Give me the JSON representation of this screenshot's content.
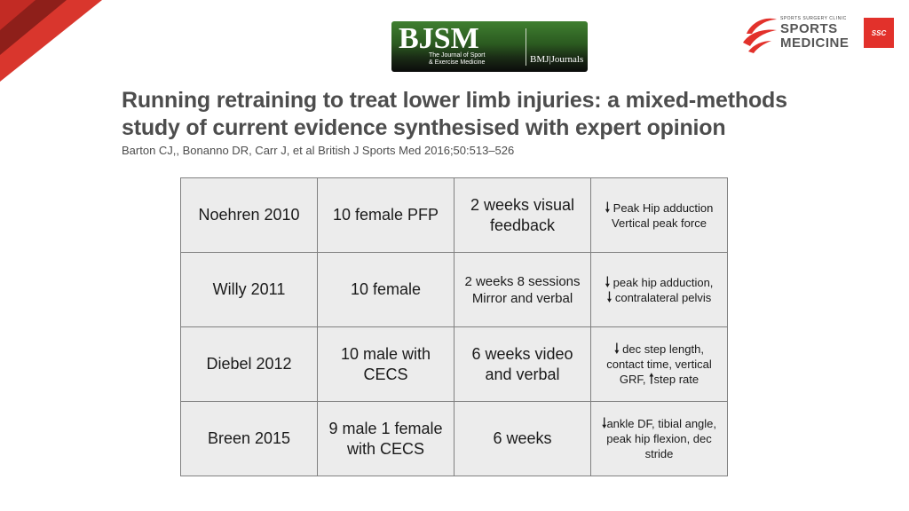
{
  "header": {
    "bjsm_logo": {
      "main": "BJSM",
      "subtitle_line1": "The Journal of Sport",
      "subtitle_line2": "& Exercise Medicine",
      "publisher": "BMJ|Journals"
    },
    "ssc_logo": {
      "small": "SPORTS SURGERY CLINIC",
      "line1": "SPORTS",
      "line2": "MEDICINE",
      "badge": "SSC"
    },
    "accent_color": "#e2312b",
    "corner_color": "#d9362d"
  },
  "title": "Running retraining to treat lower limb injuries: a mixed-methods study of current evidence synthesised with expert opinion",
  "citation": "Barton CJ,, Bonanno DR, Carr J, et al  British J Sports Med 2016;50:513–526",
  "table": {
    "rows": [
      {
        "study": "Noehren 2010",
        "participants": "10 female PFP",
        "intervention_line1": "2 weeks visual",
        "intervention_line2": "feedback",
        "outcome_a_arrow": "down",
        "outcome_a": "Peak Hip adduction",
        "outcome_b": "Vertical peak force"
      },
      {
        "study": "Willy 2011",
        "participants": "10 female",
        "intervention_line1": "2 weeks 8 sessions",
        "intervention_line2": "Mirror and verbal",
        "outcome_a_arrow": "down",
        "outcome_a": "peak hip adduction,",
        "outcome_b_arrow": "down",
        "outcome_b": "contralateral pelvis"
      },
      {
        "study": "Diebel 2012",
        "participants_line1": "10 male with",
        "participants_line2": "CECS",
        "intervention_line1": "6 weeks video",
        "intervention_line2": "and verbal",
        "outcome_a_arrow": "down",
        "outcome_a": "dec step length,",
        "outcome_b": "contact time, vertical",
        "outcome_c1": "GRF,",
        "outcome_c_arrow": "up",
        "outcome_c2": "step rate"
      },
      {
        "study": "Breen  2015",
        "participants_line1": "9 male 1 female",
        "participants_line2": "with CECS",
        "intervention": "6 weeks",
        "outcome_a_arrow": "down",
        "outcome_a": "ankle DF, tibial angle,",
        "outcome_b": "peak hip flexion, dec",
        "outcome_c": "stride"
      }
    ]
  }
}
